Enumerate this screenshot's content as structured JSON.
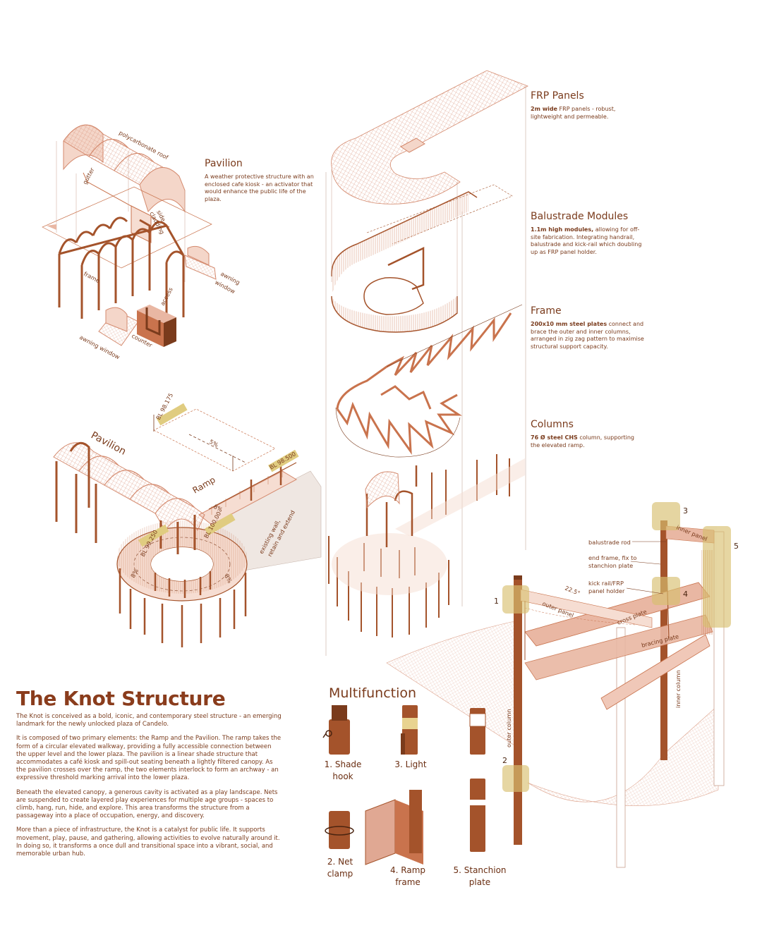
{
  "pavilion_block": {
    "heading": "Pavilion",
    "desc": "A weather protective structure with an enclosed cafe kiosk - an activator that would enhance the public life of the plaza.",
    "labels": {
      "roof": "polycarbonate roof",
      "gutter": "gutter",
      "side_cladding_1": "side",
      "side_cladding_2": "cladding",
      "frame": "frame",
      "access": "access",
      "awning1": "awning",
      "awning2": "window",
      "awning_window": "awning window",
      "counter": "counter"
    }
  },
  "ramp_block": {
    "pavilion_label": "Pavilion",
    "ramp_label": "Ramp",
    "levels": [
      "BL 98.175",
      "BL 98.500",
      "BL 99.250",
      "BL 100.00"
    ],
    "slopes": [
      "5%",
      "8%",
      "8%",
      "8%"
    ],
    "wall_note_1": "existing wall,",
    "wall_note_2": "retain and extend"
  },
  "components": [
    {
      "heading": "FRP Panels",
      "bold": "2m wide",
      "text": " FRP panels - robust, lightweight and permeable."
    },
    {
      "heading": "Balustrade Modules",
      "bold": "1.1m high modules,",
      "text": " allowing for off-site fabrication. Integrating handrail, balustrade and kick-rail which doubling up as FRP panel holder."
    },
    {
      "heading": "Frame",
      "bold": "200x10 mm steel plates",
      "text": " connect and brace the outer and inner columns, arranged in zig zag pattern to maximise structural support capacity."
    },
    {
      "heading": "Columns",
      "bold": "76 Ø steel CHS",
      "text": " column, supporting the elevated ramp."
    }
  ],
  "detail": {
    "callouts": [
      "balustrade rod",
      "end frame, fix to",
      "stanchion plate",
      "kick rail/FRP",
      "panel holder"
    ],
    "parts": [
      "inner panel",
      "outer panel",
      "cross plate",
      "bracing plate",
      "outer column",
      "inner column"
    ],
    "angle": "22.5°",
    "markers": [
      "1",
      "2",
      "3",
      "4",
      "5"
    ]
  },
  "main": {
    "title": "The Knot Structure",
    "paragraphs": [
      "The Knot is conceived as a bold, iconic, and contemporary steel structure - an emerging landmark for the newly unlocked plaza of Candelo.",
      "It is composed of two primary elements: the Ramp and the Pavilion. The ramp takes the form of a circular elevated walkway, providing a fully accessible connection between the upper level and the lower plaza. The pavilion is a linear shade structure that accommodates a café kiosk and spill-out seating beneath a lightly filtered canopy. As the pavilion crosses over the ramp, the two elements interlock to form an archway - an expressive threshold marking arrival into the lower plaza.",
      "Beneath the elevated canopy, a generous cavity is activated as a play landscape. Nets are suspended to create layered play experiences for multiple age groups - spaces to climb, hang, run, hide, and explore. This area transforms the structure from a passageway into a place of occupation, energy, and discovery.",
      "More than a piece of infrastructure, the Knot is a catalyst for public life. It supports movement, play, pause, and gathering, allowing activities to evolve naturally around it. In doing so, it transforms a once dull and transitional space into a vibrant, social, and memorable urban hub."
    ]
  },
  "multifunction": {
    "title": "Multifunction",
    "items": [
      {
        "line1": "1. Shade",
        "line2": "hook"
      },
      {
        "line1": "3. Light",
        "line2": ""
      },
      {
        "line1": "",
        "line2": ""
      },
      {
        "line1": "2. Net",
        "line2": "clamp"
      },
      {
        "line1": "4. Ramp",
        "line2": "frame"
      },
      {
        "line1": "5. Stanchion",
        "line2": "plate"
      }
    ]
  },
  "colors": {
    "rust": "#a4532b",
    "dark_rust": "#7a3b1c",
    "pink": "#e9b7a3",
    "light_pink": "#f6ddd2",
    "highlight": "#d8c070"
  }
}
